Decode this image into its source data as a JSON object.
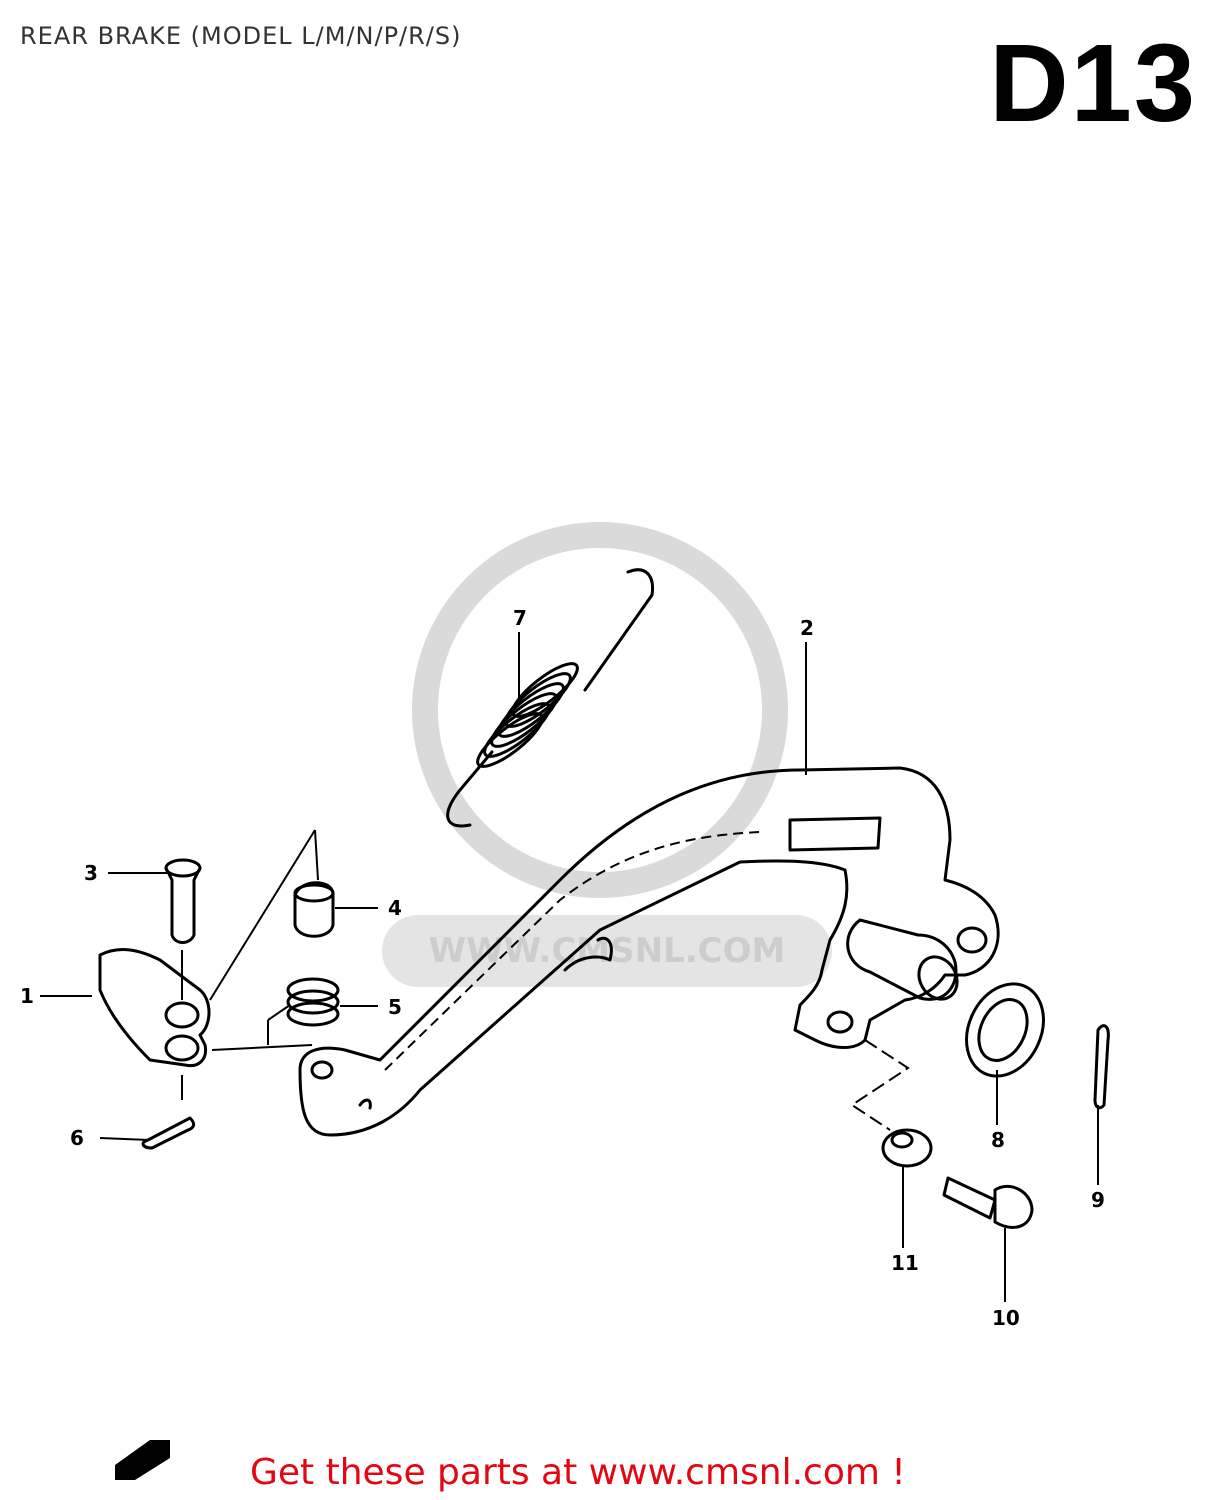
{
  "header": {
    "title": "REAR BRAKE (MODEL L/M/N/P/R/S)",
    "code": "D13"
  },
  "watermark": {
    "text": "WWW.CMSNL.COM"
  },
  "callouts": [
    "1",
    "2",
    "3",
    "4",
    "5",
    "6",
    "7",
    "8",
    "9",
    "10",
    "11"
  ],
  "footer": {
    "link_text": "Get these parts at www.cmsnl.com !",
    "color": "#e30613"
  }
}
